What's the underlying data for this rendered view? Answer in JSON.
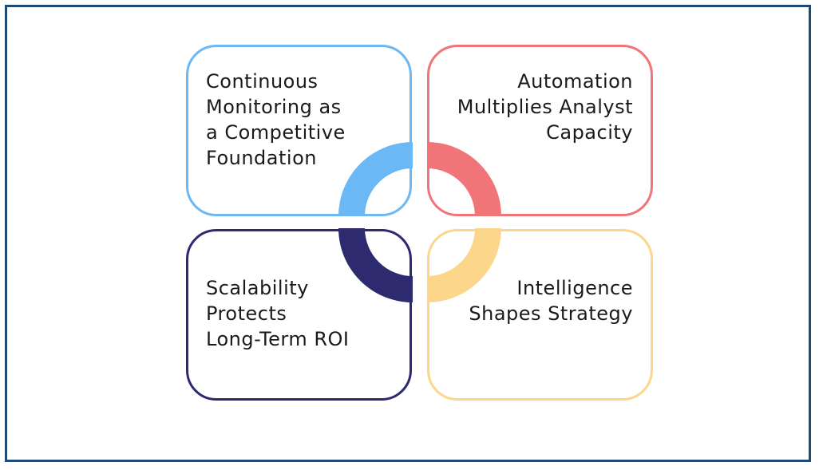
{
  "cards": [
    {
      "id": "top-left",
      "lines": [
        "Continuous",
        "Monitoring as",
        "a Competitive",
        "Foundation"
      ],
      "color": "#6bb8f5"
    },
    {
      "id": "top-right",
      "lines": [
        "Automation",
        "Multiplies Analyst",
        "Capacity"
      ],
      "color": "#f07478"
    },
    {
      "id": "bottom-left",
      "lines": [
        "Scalability",
        "Protects",
        "Long-Term ROI"
      ],
      "color": "#2d2a70"
    },
    {
      "id": "bottom-right",
      "lines": [
        "Intelligence",
        "Shapes Strategy"
      ],
      "color": "#fcd68a"
    }
  ],
  "colors": {
    "frame_border": "#1e4a78",
    "text": "#1a1a1a"
  }
}
